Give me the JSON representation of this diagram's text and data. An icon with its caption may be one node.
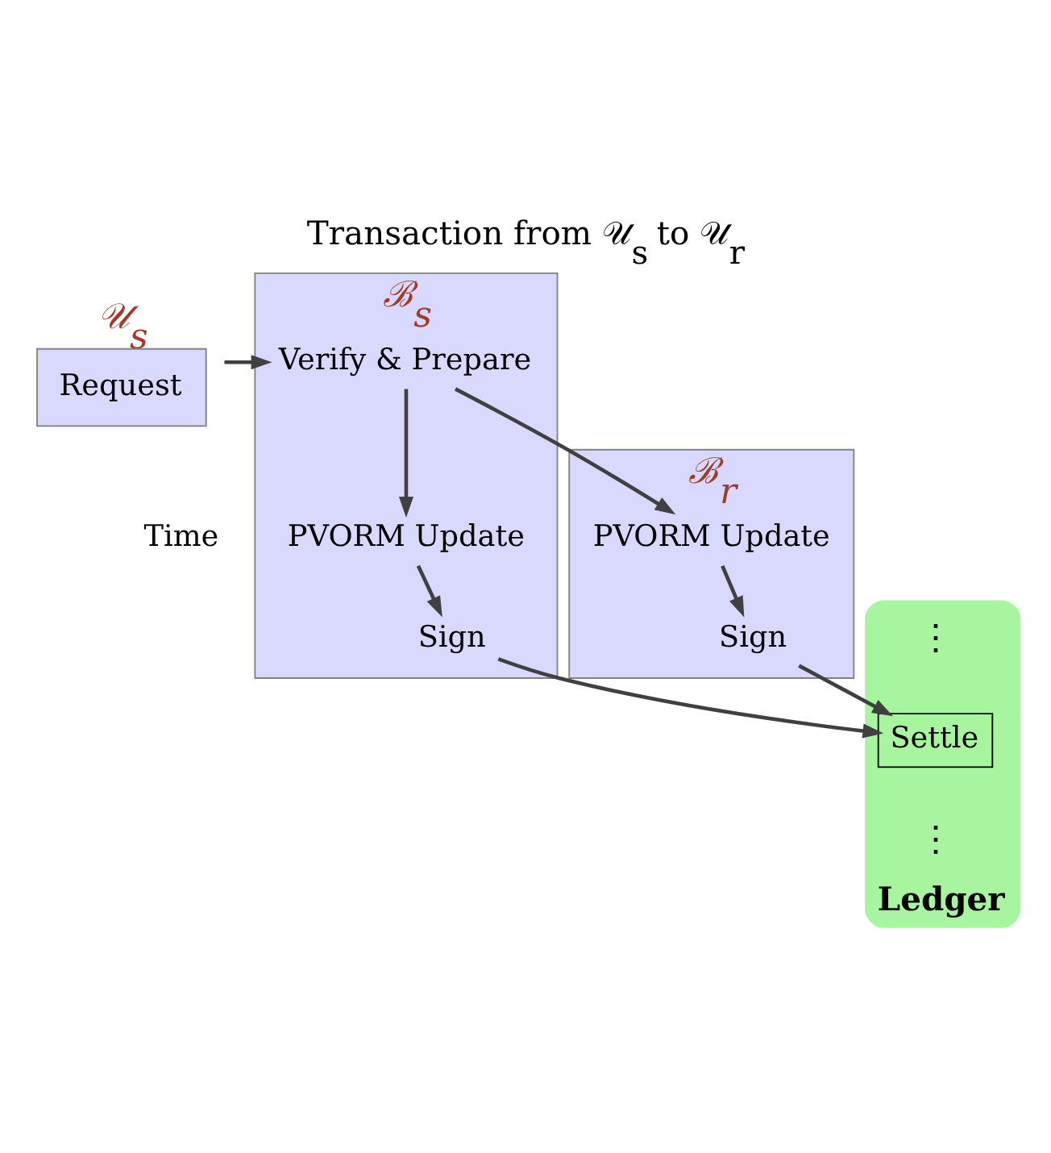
{
  "diagram": {
    "title": "Transaction from 𝒰$_{s}$ to 𝒰$_{r}$",
    "nodes": [
      {
        "text": [
          "Request"
        ],
        "beside": [
          "𝒰$_{s}$"
        ]
      },
      {
        "text": [
          "ℬ$_{s}$"
        ]
      },
      {
        "text": [
          "Verify & Prepare"
        ],
        "in": 1
      },
      {
        "text": [
          "PVORM Update"
        ],
        "in": 1
      },
      {
        "text": [
          "Sign"
        ],
        "in": 1
      },
      {
        "text": [
          "ℬ$_{r}$"
        ]
      },
      {
        "text": [
          "PVORM Update"
        ],
        "in": 5
      },
      {
        "text": [
          "Sign"
        ],
        "in": 5
      },
      {
        "text": [
          "Ledger"
        ]
      },
      {
        "text": [
          "Settle"
        ],
        "in": 8
      }
    ],
    "edges": [
      {
        "from": 0,
        "to": 2,
        "arrow": "to"
      },
      {
        "from": 2,
        "to": 3,
        "arrow": "to"
      },
      {
        "from": 3,
        "to": 4,
        "arrow": "to"
      },
      {
        "from": 2,
        "to": 6,
        "arrow": "to"
      },
      {
        "from": 6,
        "to": 7,
        "arrow": "to"
      },
      {
        "from": 4,
        "to": 9,
        "arrow": "to"
      },
      {
        "from": 7,
        "to": 9,
        "arrow": "to"
      }
    ],
    "labels": [
      "⋮",
      "⋮",
      "Time"
    ]
  }
}
